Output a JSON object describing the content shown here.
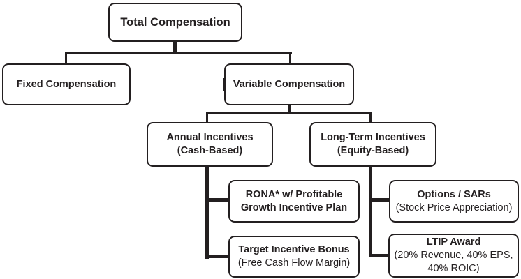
{
  "nodes": {
    "total": {
      "label": "Total Compensation"
    },
    "fixed": {
      "label": "Fixed Compensation"
    },
    "variable": {
      "label": "Variable Compensation"
    },
    "annual": {
      "line1": "Annual Incentives",
      "line2": "(Cash-Based)"
    },
    "longterm": {
      "line1": "Long-Term Incentives",
      "line2": "(Equity-Based)"
    },
    "rona": {
      "line1": "RONA* w/ Profitable",
      "line2": "Growth Incentive Plan"
    },
    "target": {
      "line1": "Target Incentive Bonus",
      "line2": "(Free Cash Flow Margin)"
    },
    "options": {
      "line1": "Options / SARs",
      "line2": "(Stock Price Appreciation)"
    },
    "ltip": {
      "line1": "LTIP Award",
      "line2": "(20% Revenue, 40% EPS,",
      "line3": "40% ROIC)"
    }
  },
  "colors": {
    "line": "#231f20",
    "text": "#231f20",
    "node_background": "#ffffff",
    "page_background": "#ffffff"
  }
}
